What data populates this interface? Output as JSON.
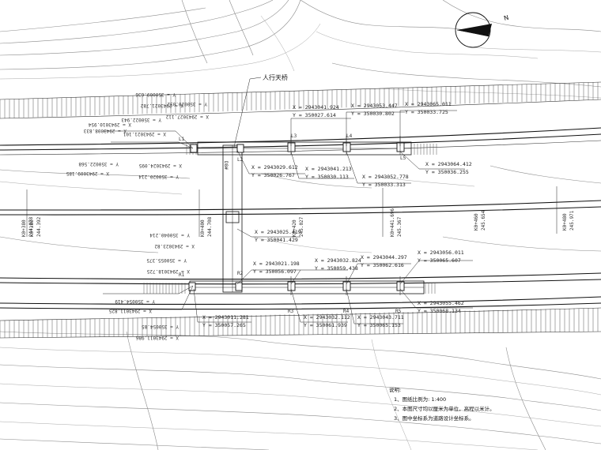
{
  "bridge_label": "人行天桥",
  "north_symbol": "N",
  "coordinates": [
    {
      "x": "X = 2943041.924",
      "y": "Y = 350027.614"
    },
    {
      "x": "X = 2943053.447",
      "y": "Y = 350030.802"
    },
    {
      "x": "X = 2943065.011",
      "y": "Y = 350033.725"
    },
    {
      "x": "X = 2943029.612",
      "y": "Y = 350026.767"
    },
    {
      "x": "X = 2943041.213",
      "y": "Y = 350030.113"
    },
    {
      "x": "X = 2943052.778",
      "y": "Y = 350033.313"
    },
    {
      "x": "X = 2943064.412",
      "y": "Y = 350036.255"
    },
    {
      "x": "X = 2943025.419",
      "y": "Y = 350041.429"
    },
    {
      "x": "X = 2943021.198",
      "y": "Y = 350056.097"
    },
    {
      "x": "X = 2943032.824",
      "y": "Y = 350059.438"
    },
    {
      "x": "X = 2943044.297",
      "y": "Y = 350062.616"
    },
    {
      "x": "X = 2943056.011",
      "y": "Y = 350065.607"
    },
    {
      "x": "X = 2943011.281",
      "y": "Y = 350057.265"
    },
    {
      "x": "X = 2943032.112",
      "y": "Y = 350061.939"
    },
    {
      "x": "X = 2943043.711",
      "y": "Y = 350065.153"
    },
    {
      "x": "X = 2943055.462",
      "y": "Y = 350068.134"
    }
  ],
  "rotated_coordinates": [
    "Y = 350009.636",
    "X = 2943021.782",
    "Y = 350020.052",
    "X = 2943027.112",
    "X = 2943010.954",
    "Y = 350022.943",
    "X = 2943008.833",
    "X = 2943021.101",
    "X = 2943024.095",
    "Y = 350022.568",
    "X = 2943009.185",
    "Y = 350020.214",
    "Y = 350040.214",
    "X = 2943023.82",
    "Y = 350055.375",
    "X = 2943018.725",
    "Y = 350054.419",
    "X = 2943011.825",
    "Y = 350054.85",
    "X = 2943011.986"
  ],
  "stations": [
    {
      "k": "K0+380",
      "v": "244.078"
    },
    {
      "k": "K0+380",
      "v": "244.392"
    },
    {
      "k": "K0+400",
      "v": "244.708"
    },
    {
      "k": "K0+420",
      "v": "245.027"
    },
    {
      "k": "K0+441.696",
      "v": "245.367"
    },
    {
      "k": "K0+460",
      "v": "245.654"
    },
    {
      "k": "K0+480",
      "v": "245.971"
    }
  ],
  "pier_labels": [
    "L1",
    "L2",
    "L3",
    "L4",
    "L5",
    "R1",
    "R2",
    "R3",
    "R4",
    "R5",
    "D8#"
  ],
  "notes": {
    "title": "说明:",
    "items": [
      "1、图纸比例为: 1:400",
      "2、本图尺寸均以厘米为单位，高程以米计。",
      "3、图中坐标系为道路设计坐标系。"
    ]
  }
}
